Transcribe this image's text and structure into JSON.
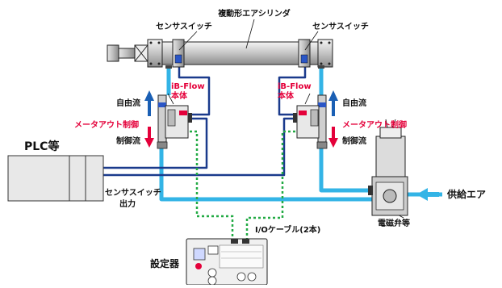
{
  "labels": {
    "cylinder": "複動形エアシリンダ",
    "sensor_switch_left": "センサスイッチ",
    "sensor_switch_right": "センサスイッチ",
    "ibflow_left_line1": "iB-Flow",
    "ibflow_left_line2": "本体",
    "ibflow_right_line1": "iB-Flow",
    "ibflow_right_line2": "本体",
    "free_flow_left": "自由流",
    "free_flow_right": "自由流",
    "meter_out_left": "メータアウト制御",
    "meter_out_right": "メータアウト制御",
    "control_flow_left": "制御流",
    "control_flow_right": "制御流",
    "plc": "PLC等",
    "sensor_output_line1": "センサスイッチ",
    "sensor_output_line2": "出力",
    "io_cable": "I/Oケーブル(2本)",
    "solenoid_valve": "電磁弁等",
    "supply_air": "供給エア",
    "setter": "設定器"
  },
  "colors": {
    "air_line": "#33b4e6",
    "signal_line": "#1a3a8c",
    "io_cable": "#22aa44",
    "arrow_up": "#1a5fb4",
    "arrow_down": "#e4003a",
    "highlight_text": "#e4003a"
  }
}
